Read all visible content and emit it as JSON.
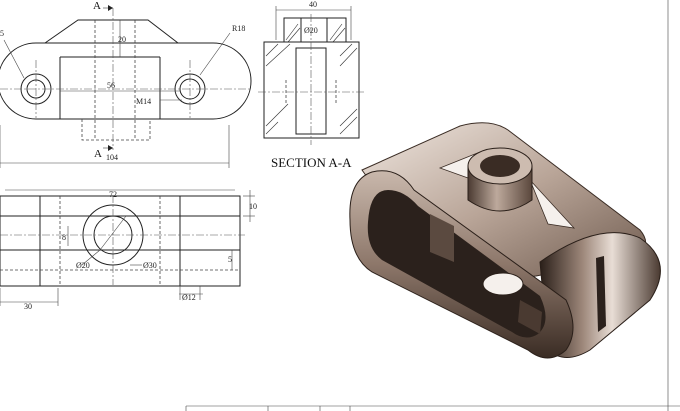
{
  "drawing": {
    "section_mark": "A",
    "section_caption": "SECTION A-A",
    "dims": {
      "d_5": "5",
      "d_20": "20",
      "d_r18": "R18",
      "d_56": "56",
      "d_m14": "M14",
      "d_104": "104",
      "d_40": "40",
      "d_phi20_top": "Ø20",
      "d_72": "72",
      "d_10": "10",
      "d_8": "8",
      "d_phi20": "Ø20",
      "d_phi30": "Ø30",
      "d_5b": "5",
      "d_30": "30",
      "d_phi12": "Ø12"
    }
  },
  "colors": {
    "line": "#222222",
    "metal_dark": "#2b211c",
    "metal_mid": "#7a6558",
    "metal_light": "#d9ccc2"
  }
}
